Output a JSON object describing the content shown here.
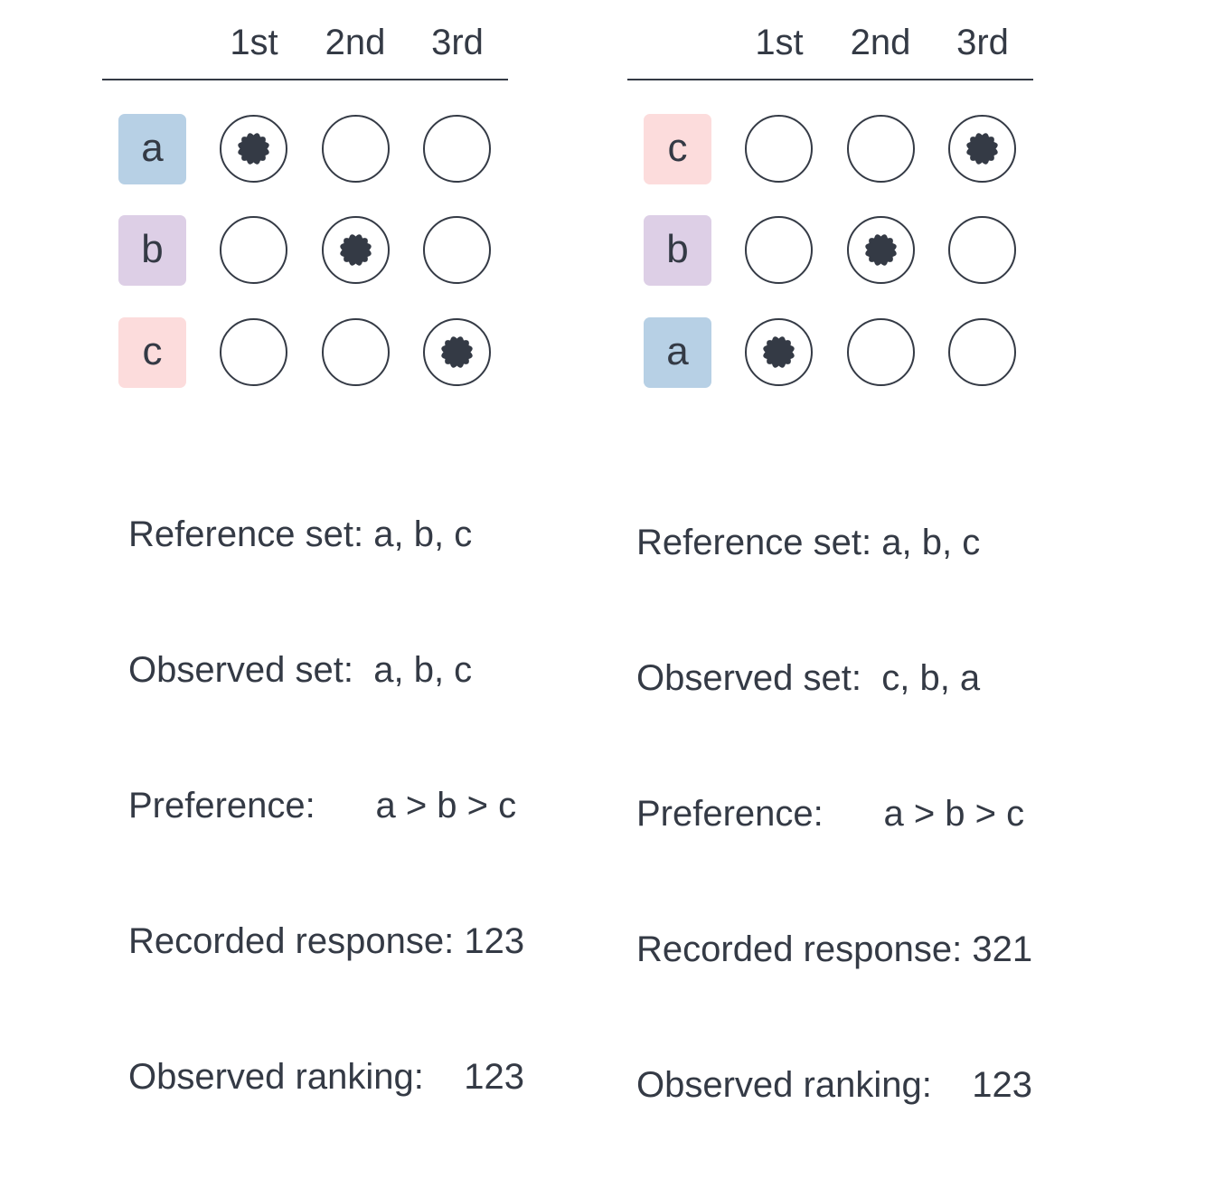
{
  "panels": [
    {
      "columns": [
        "1st",
        "2nd",
        "3rd"
      ],
      "rows": [
        {
          "label": "a",
          "color": "#b7d0e5",
          "selected": 0
        },
        {
          "label": "b",
          "color": "#ddcfe6",
          "selected": 1
        },
        {
          "label": "c",
          "color": "#fcdcdc",
          "selected": 2
        }
      ],
      "info": [
        {
          "key": "Reference set: ",
          "value": "a, b, c"
        },
        {
          "key": "Observed set:  ",
          "value": "a, b, c"
        },
        {
          "key": "Preference:      ",
          "value": "a > b > c"
        },
        {
          "key": "Recorded response: ",
          "value": "123"
        },
        {
          "key": "Observed ranking:    ",
          "value": "123"
        }
      ]
    },
    {
      "columns": [
        "1st",
        "2nd",
        "3rd"
      ],
      "rows": [
        {
          "label": "c",
          "color": "#fcdcdc",
          "selected": 2
        },
        {
          "label": "b",
          "color": "#ddcfe6",
          "selected": 1
        },
        {
          "label": "a",
          "color": "#b7d0e5",
          "selected": 0
        }
      ],
      "info": [
        {
          "key": "Reference set: ",
          "value": "a, b, c"
        },
        {
          "key": "Observed set:  ",
          "value": "c, b, a"
        },
        {
          "key": "Preference:      ",
          "value": "a > b > c"
        },
        {
          "key": "Recorded response: ",
          "value": "321"
        },
        {
          "key": "Observed ranking:    ",
          "value": "123"
        }
      ]
    }
  ],
  "fill_color": "#343a45"
}
